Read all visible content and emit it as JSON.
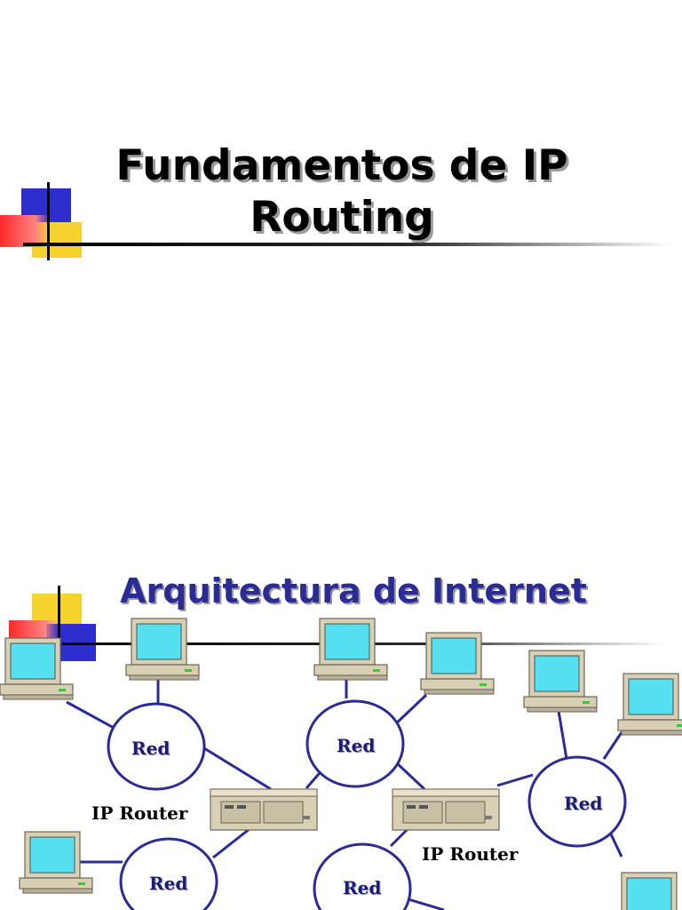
{
  "slide1": {
    "title": "Fundamentos de IP Routing"
  },
  "slide2": {
    "title": "Arquitectura de Internet",
    "networks": [
      {
        "label": "Red"
      },
      {
        "label": "Red"
      },
      {
        "label": "Red"
      },
      {
        "label": "Red"
      },
      {
        "label": "Red"
      }
    ],
    "routers": [
      {
        "label": "IP Router"
      },
      {
        "label": "IP Router"
      }
    ],
    "colors": {
      "network_circle": "#2a2b95",
      "link": "#2a2b95",
      "title": "#2a2b95",
      "monitor_screen": "#55e0f0",
      "computer_case": "#d8d0b4",
      "deco_blue": "#2e2ecf",
      "deco_yellow": "#f5d32c",
      "deco_red": "#ff2a2a"
    },
    "icons": [
      "computer-icon",
      "router-icon"
    ]
  }
}
